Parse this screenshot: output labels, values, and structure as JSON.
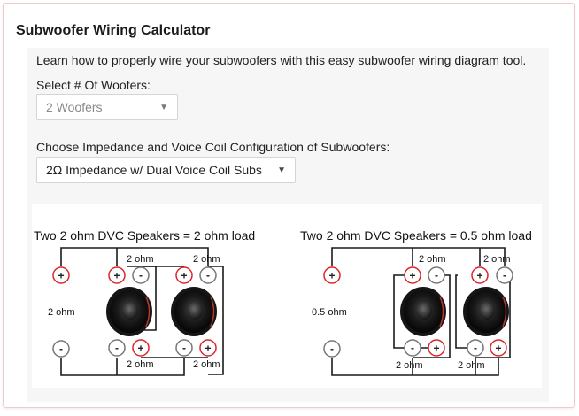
{
  "panel": {
    "title": "Subwoofer Wiring Calculator"
  },
  "intro_text": "Learn how to properly wire your subwoofers with this easy subwoofer wiring diagram tool.",
  "woofer_select": {
    "label": "Select # Of Woofers:",
    "value": "2 Woofers"
  },
  "config_select": {
    "label": "Choose Impedance and Voice Coil Configuration of Subwoofers:",
    "value": "2Ω Impedance w/ Dual Voice Coil Subs"
  },
  "diagrams": [
    {
      "title": "Two 2 ohm DVC Speakers = 2 ohm load",
      "load_label": "2 ohm",
      "coil_labels": [
        "2 ohm",
        "2 ohm",
        "2 ohm",
        "2 ohm"
      ],
      "plus": "+",
      "minus": "-"
    },
    {
      "title": "Two 2 ohm DVC Speakers = 0.5 ohm load",
      "load_label": "0.5 ohm",
      "coil_labels": [
        "2 ohm",
        "2 ohm",
        "2 ohm",
        "2 ohm"
      ],
      "plus": "+",
      "minus": "-"
    }
  ],
  "colors": {
    "plus_terminal": "#d9262b",
    "minus_terminal": "#666666",
    "wire": "#1a1a1a"
  }
}
